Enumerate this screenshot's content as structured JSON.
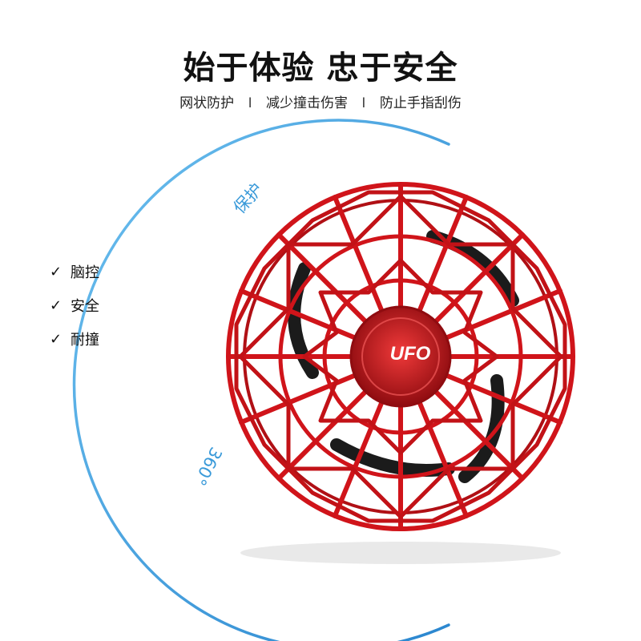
{
  "header": {
    "title": "始于体验 忠于安全",
    "subtitle_items": [
      "网状防护",
      "减少撞击伤害",
      "防止手指刮伤"
    ],
    "separator": "I"
  },
  "features": [
    {
      "icon": "check-icon",
      "label": "脑控"
    },
    {
      "icon": "check-icon",
      "label": "安全"
    },
    {
      "icon": "check-icon",
      "label": "耐撞"
    }
  ],
  "arc_labels": {
    "top": "保护",
    "bottom": "360°"
  },
  "product": {
    "logo_text": "UFO"
  },
  "colors": {
    "accent_blue": "#3a9ad9",
    "cage_red": "#d0141a",
    "cage_dark_red": "#8f0c10"
  }
}
